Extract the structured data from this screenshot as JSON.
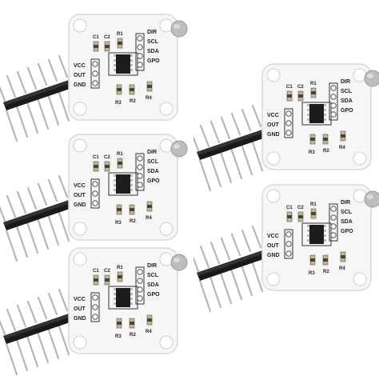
{
  "board": {
    "left_pin_labels": [
      "VCC",
      "OUT",
      "GND"
    ],
    "right_pin_labels": [
      "DIR",
      "SCL",
      "SDA",
      "GPO"
    ],
    "top_component_labels": [
      "C1",
      "C2",
      "R1"
    ],
    "bottom_component_labels": [
      "R3",
      "R2",
      "R4"
    ]
  },
  "units": [
    {
      "id": "unit-1"
    },
    {
      "id": "unit-2"
    },
    {
      "id": "unit-3"
    },
    {
      "id": "unit-4"
    },
    {
      "id": "unit-5"
    }
  ],
  "colors": {
    "pcb": "#f6f6f6",
    "pcb_edge": "#d9d9d9",
    "chip": "#1c1c1c",
    "header_plastic": "#1a1a1a",
    "header_pins": "#b7b7b7",
    "magnet": "#bdbdbd"
  }
}
